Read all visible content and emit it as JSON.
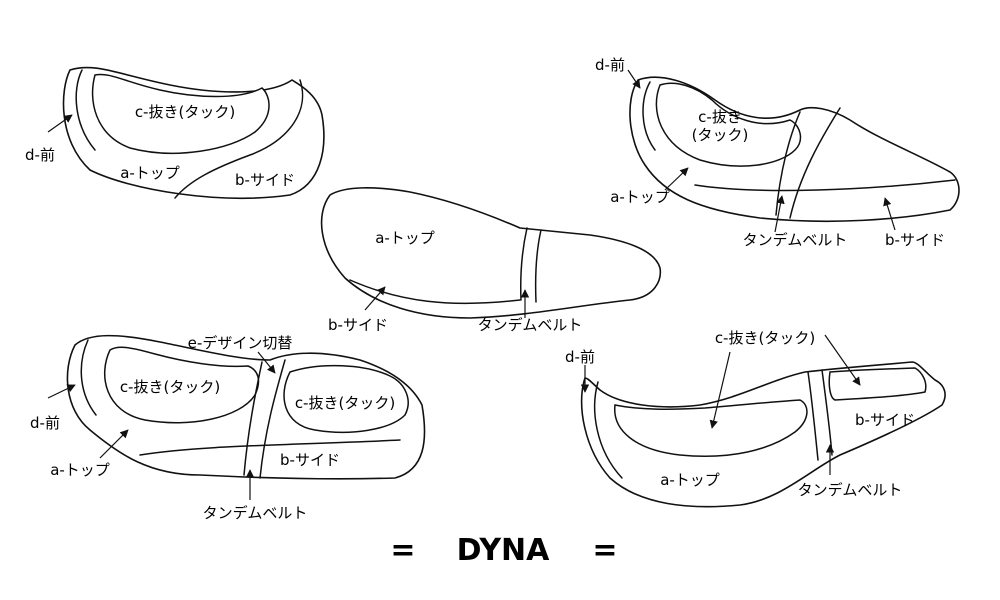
{
  "labels": {
    "a_top": "a-トップ",
    "b_side": "b-サイド",
    "c_tuck": "c-抜き(タック)",
    "c_tuck_line1": "c-抜き",
    "c_tuck_line2": "(タック)",
    "d_front": "d-前",
    "e_design": "e-デザイン切替",
    "tandem_belt": "タンデムベルト"
  },
  "title": {
    "left_mark": "=",
    "text": "DYNA",
    "right_mark": "="
  }
}
